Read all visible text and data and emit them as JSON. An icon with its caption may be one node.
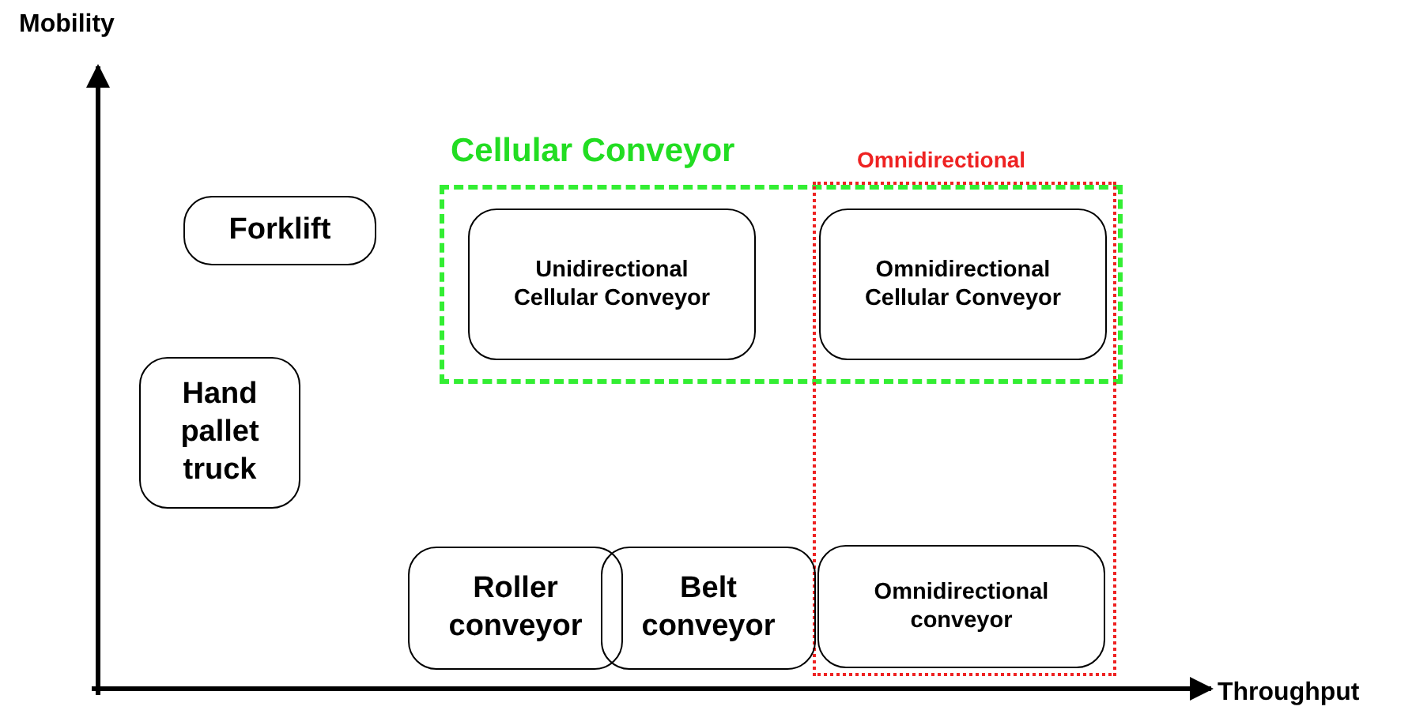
{
  "diagram": {
    "nodes": [
      {
        "text": [
          "Cellular Conveyor"
        ]
      },
      {
        "text": [
          "Omnidirectional"
        ]
      },
      {
        "text": [
          "Forklift"
        ]
      },
      {
        "text": [
          "Unidirectional Cellular Conveyor"
        ],
        "in": 0
      },
      {
        "text": [
          "Omnidirectional Cellular Conveyor"
        ]
      },
      {
        "text": [
          "Hand pallet truck"
        ]
      },
      {
        "text": [
          "Roller conveyor"
        ]
      },
      {
        "text": [
          "Belt conveyor"
        ]
      },
      {
        "text": [
          "Omnidirectional conveyor"
        ],
        "in": 1
      }
    ],
    "labels": [
      "Mobility",
      "Throughput"
    ]
  }
}
